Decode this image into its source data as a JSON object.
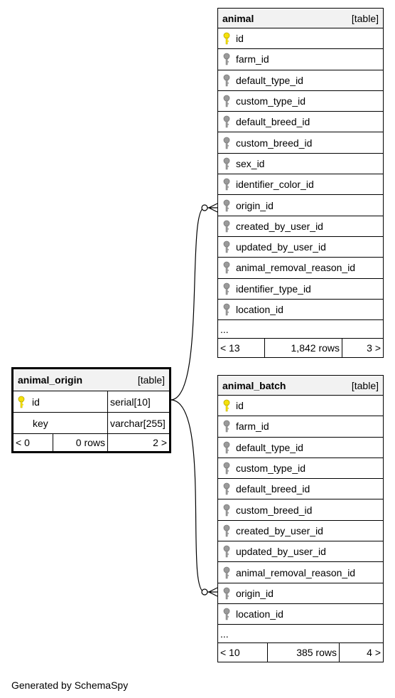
{
  "diagram_footer": "Generated by SchemaSpy",
  "colors": {
    "key_primary": "#f5e10a",
    "key_foreign": "#9a9a9a",
    "header_bg": "#f2f2f2"
  },
  "animal": {
    "name": "animal",
    "type": "[table]",
    "columns": [
      {
        "name": "id",
        "key": "primary"
      },
      {
        "name": "farm_id",
        "key": "foreign"
      },
      {
        "name": "default_type_id",
        "key": "foreign"
      },
      {
        "name": "custom_type_id",
        "key": "foreign"
      },
      {
        "name": "default_breed_id",
        "key": "foreign"
      },
      {
        "name": "custom_breed_id",
        "key": "foreign"
      },
      {
        "name": "sex_id",
        "key": "foreign"
      },
      {
        "name": "identifier_color_id",
        "key": "foreign"
      },
      {
        "name": "origin_id",
        "key": "foreign"
      },
      {
        "name": "created_by_user_id",
        "key": "foreign"
      },
      {
        "name": "updated_by_user_id",
        "key": "foreign"
      },
      {
        "name": "animal_removal_reason_id",
        "key": "foreign"
      },
      {
        "name": "identifier_type_id",
        "key": "foreign"
      },
      {
        "name": "location_id",
        "key": "foreign"
      }
    ],
    "ellipsis": "...",
    "footer": {
      "parents": "< 13",
      "rows": "1,842 rows",
      "children": "3 >"
    }
  },
  "animal_batch": {
    "name": "animal_batch",
    "type": "[table]",
    "columns": [
      {
        "name": "id",
        "key": "primary"
      },
      {
        "name": "farm_id",
        "key": "foreign"
      },
      {
        "name": "default_type_id",
        "key": "foreign"
      },
      {
        "name": "custom_type_id",
        "key": "foreign"
      },
      {
        "name": "default_breed_id",
        "key": "foreign"
      },
      {
        "name": "custom_breed_id",
        "key": "foreign"
      },
      {
        "name": "created_by_user_id",
        "key": "foreign"
      },
      {
        "name": "updated_by_user_id",
        "key": "foreign"
      },
      {
        "name": "animal_removal_reason_id",
        "key": "foreign"
      },
      {
        "name": "origin_id",
        "key": "foreign"
      },
      {
        "name": "location_id",
        "key": "foreign"
      }
    ],
    "ellipsis": "...",
    "footer": {
      "parents": "< 10",
      "rows": "385 rows",
      "children": "4 >"
    }
  },
  "animal_origin": {
    "name": "animal_origin",
    "type": "[table]",
    "columns": [
      {
        "name": "id",
        "datatype": "serial[10]",
        "key": "primary"
      },
      {
        "name": "key",
        "datatype": "varchar[255]",
        "key": "none"
      }
    ],
    "footer": {
      "parents": "< 0",
      "rows": "0 rows",
      "children": "2 >"
    }
  }
}
